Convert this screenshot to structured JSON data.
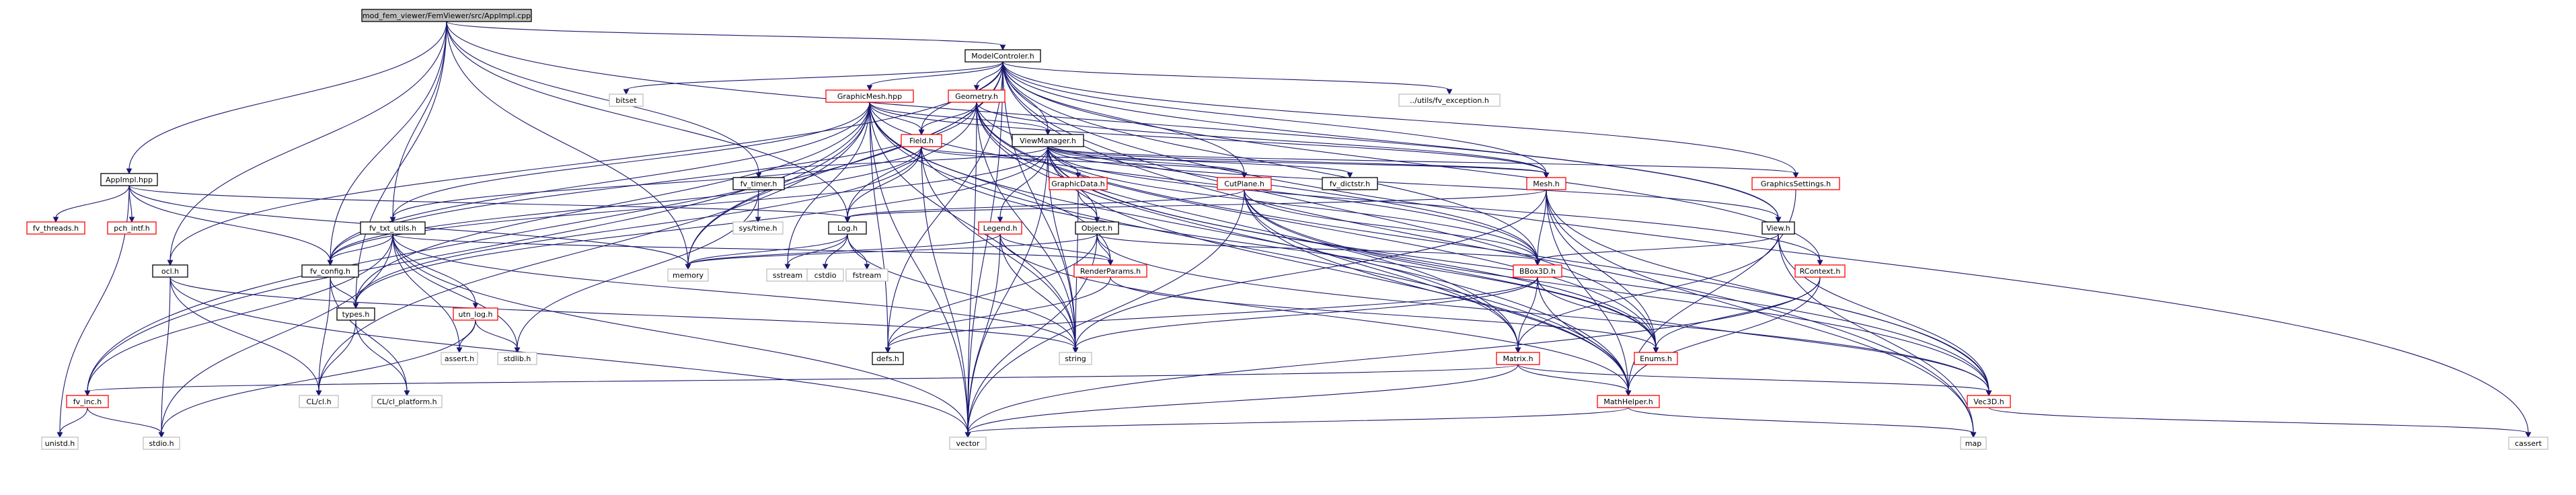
{
  "colors": {
    "edge": "#191970",
    "root_fill": "#bfbfbf",
    "root_border": "#000000",
    "normal_border": "#000000",
    "linked_border": "#ff0000",
    "system_border": "#bfbfbf",
    "node_fill": "#ffffff"
  },
  "nodes": [
    {
      "id": "root",
      "label": "mod_fem_viewer/FemViewer/src/AppImpl.cpp",
      "kind": "root"
    },
    {
      "id": "modelctrl",
      "label": "ModelControler.h",
      "kind": "normal"
    },
    {
      "id": "appimpl_hpp",
      "label": "AppImpl.hpp",
      "kind": "normal"
    },
    {
      "id": "geometry",
      "label": "Geometry.h",
      "kind": "linked"
    },
    {
      "id": "graphicmesh",
      "label": "GraphicMesh.hpp",
      "kind": "linked"
    },
    {
      "id": "bitset",
      "label": "bitset",
      "kind": "system"
    },
    {
      "id": "fv_exception",
      "label": "../utils/fv_exception.h",
      "kind": "system"
    },
    {
      "id": "field",
      "label": "Field.h",
      "kind": "linked"
    },
    {
      "id": "viewmanager",
      "label": "ViewManager.h",
      "kind": "normal"
    },
    {
      "id": "fv_timer",
      "label": "fv_timer.h",
      "kind": "normal"
    },
    {
      "id": "graphicdata",
      "label": "GraphicData.h",
      "kind": "linked"
    },
    {
      "id": "cutplane",
      "label": "CutPlane.h",
      "kind": "linked"
    },
    {
      "id": "fv_dictstr",
      "label": "fv_dictstr.h",
      "kind": "normal"
    },
    {
      "id": "mesh",
      "label": "Mesh.h",
      "kind": "linked"
    },
    {
      "id": "graphicssettings",
      "label": "GraphicsSettings.h",
      "kind": "linked"
    },
    {
      "id": "fv_threads",
      "label": "fv_threads.h",
      "kind": "linked"
    },
    {
      "id": "pch_intf",
      "label": "pch_intf.h",
      "kind": "linked"
    },
    {
      "id": "fv_txt_utils",
      "label": "fv_txt_utils.h",
      "kind": "normal"
    },
    {
      "id": "systime",
      "label": "sys/time.h",
      "kind": "system"
    },
    {
      "id": "logh",
      "label": "Log.h",
      "kind": "normal"
    },
    {
      "id": "legend",
      "label": "Legend.h",
      "kind": "linked"
    },
    {
      "id": "object",
      "label": "Object.h",
      "kind": "normal"
    },
    {
      "id": "view",
      "label": "View.h",
      "kind": "normal"
    },
    {
      "id": "ocl",
      "label": "ocl.h",
      "kind": "normal"
    },
    {
      "id": "fv_config",
      "label": "fv_config.h",
      "kind": "normal"
    },
    {
      "id": "memory",
      "label": "memory",
      "kind": "system"
    },
    {
      "id": "sstream",
      "label": "sstream",
      "kind": "system"
    },
    {
      "id": "cstdio",
      "label": "cstdio",
      "kind": "system"
    },
    {
      "id": "fstream",
      "label": "fstream",
      "kind": "system"
    },
    {
      "id": "renderparams",
      "label": "RenderParams.h",
      "kind": "linked"
    },
    {
      "id": "bbox3d",
      "label": "BBox3D.h",
      "kind": "linked"
    },
    {
      "id": "rcontext",
      "label": "RContext.h",
      "kind": "linked"
    },
    {
      "id": "utn_log",
      "label": "utn_log.h",
      "kind": "linked"
    },
    {
      "id": "typesh",
      "label": "types.h",
      "kind": "normal"
    },
    {
      "id": "asserth",
      "label": "assert.h",
      "kind": "system"
    },
    {
      "id": "stdlibh",
      "label": "stdlib.h",
      "kind": "system"
    },
    {
      "id": "defsh",
      "label": "defs.h",
      "kind": "normal"
    },
    {
      "id": "stringh",
      "label": "string",
      "kind": "system"
    },
    {
      "id": "enums",
      "label": "Enums.h",
      "kind": "linked"
    },
    {
      "id": "matrix",
      "label": "Matrix.h",
      "kind": "linked"
    },
    {
      "id": "fv_inc",
      "label": "fv_inc.h",
      "kind": "linked"
    },
    {
      "id": "clcl",
      "label": "CL/cl.h",
      "kind": "system"
    },
    {
      "id": "clplatform",
      "label": "CL/cl_platform.h",
      "kind": "system"
    },
    {
      "id": "mathhelper",
      "label": "MathHelper.h",
      "kind": "linked"
    },
    {
      "id": "vec3d",
      "label": "Vec3D.h",
      "kind": "linked"
    },
    {
      "id": "unistd",
      "label": "unistd.h",
      "kind": "system"
    },
    {
      "id": "stdioh",
      "label": "stdio.h",
      "kind": "system"
    },
    {
      "id": "vector",
      "label": "vector",
      "kind": "system"
    },
    {
      "id": "mapn",
      "label": "map",
      "kind": "system"
    },
    {
      "id": "cassert",
      "label": "cassert",
      "kind": "system"
    }
  ],
  "edges": [
    [
      "root",
      "modelctrl"
    ],
    [
      "root",
      "appimpl_hpp"
    ],
    [
      "root",
      "ocl"
    ],
    [
      "root",
      "fv_config"
    ],
    [
      "root",
      "fv_txt_utils"
    ],
    [
      "root",
      "fv_timer"
    ],
    [
      "root",
      "logh"
    ],
    [
      "root",
      "typesh"
    ],
    [
      "root",
      "view"
    ],
    [
      "root",
      "memory"
    ],
    [
      "modelctrl",
      "geometry"
    ],
    [
      "modelctrl",
      "graphicmesh"
    ],
    [
      "modelctrl",
      "bitset"
    ],
    [
      "modelctrl",
      "fv_exception"
    ],
    [
      "modelctrl",
      "field"
    ],
    [
      "modelctrl",
      "viewmanager"
    ],
    [
      "modelctrl",
      "cutplane"
    ],
    [
      "modelctrl",
      "mesh"
    ],
    [
      "modelctrl",
      "graphicssettings"
    ],
    [
      "modelctrl",
      "rcontext"
    ],
    [
      "modelctrl",
      "mapn"
    ],
    [
      "modelctrl",
      "cassert"
    ],
    [
      "modelctrl",
      "vector"
    ],
    [
      "modelctrl",
      "memory"
    ],
    [
      "modelctrl",
      "ocl"
    ],
    [
      "modelctrl",
      "fv_inc"
    ],
    [
      "modelctrl",
      "stringh"
    ],
    [
      "modelctrl",
      "defsh"
    ],
    [
      "modelctrl",
      "bbox3d"
    ],
    [
      "modelctrl",
      "enums"
    ],
    [
      "modelctrl",
      "view"
    ],
    [
      "appimpl_hpp",
      "fv_threads"
    ],
    [
      "appimpl_hpp",
      "pch_intf"
    ],
    [
      "appimpl_hpp",
      "fv_config"
    ],
    [
      "appimpl_hpp",
      "logh"
    ],
    [
      "appimpl_hpp",
      "unistd"
    ],
    [
      "appimpl_hpp",
      "memory"
    ],
    [
      "geometry",
      "field"
    ],
    [
      "geometry",
      "mesh"
    ],
    [
      "geometry",
      "bbox3d"
    ],
    [
      "geometry",
      "enums"
    ],
    [
      "geometry",
      "stringh"
    ],
    [
      "geometry",
      "vector"
    ],
    [
      "geometry",
      "fv_config"
    ],
    [
      "geometry",
      "logh"
    ],
    [
      "geometry",
      "matrix"
    ],
    [
      "geometry",
      "vec3d"
    ],
    [
      "geometry",
      "mathhelper"
    ],
    [
      "graphicmesh",
      "field"
    ],
    [
      "graphicmesh",
      "viewmanager"
    ],
    [
      "graphicmesh",
      "mesh"
    ],
    [
      "graphicmesh",
      "renderparams"
    ],
    [
      "graphicmesh",
      "fv_txt_utils"
    ],
    [
      "graphicmesh",
      "fv_config"
    ],
    [
      "graphicmesh",
      "stringh"
    ],
    [
      "graphicmesh",
      "vector"
    ],
    [
      "graphicmesh",
      "memory"
    ],
    [
      "graphicmesh",
      "bbox3d"
    ],
    [
      "graphicmesh",
      "mathhelper"
    ],
    [
      "graphicmesh",
      "matrix"
    ],
    [
      "graphicmesh",
      "fv_inc"
    ],
    [
      "graphicmesh",
      "defsh"
    ],
    [
      "graphicmesh",
      "typesh"
    ],
    [
      "graphicmesh",
      "sstream"
    ],
    [
      "graphicmesh",
      "clcl"
    ],
    [
      "field",
      "mesh"
    ],
    [
      "field",
      "cutplane"
    ],
    [
      "field",
      "fv_txt_utils"
    ],
    [
      "field",
      "stringh"
    ],
    [
      "field",
      "fv_config"
    ],
    [
      "field",
      "typesh"
    ],
    [
      "field",
      "enums"
    ],
    [
      "field",
      "logh"
    ],
    [
      "field",
      "vector"
    ],
    [
      "viewmanager",
      "graphicdata"
    ],
    [
      "viewmanager",
      "legend"
    ],
    [
      "viewmanager",
      "object"
    ],
    [
      "viewmanager",
      "fv_timer"
    ],
    [
      "viewmanager",
      "fv_dictstr"
    ],
    [
      "viewmanager",
      "graphicssettings"
    ],
    [
      "viewmanager",
      "view"
    ],
    [
      "viewmanager",
      "rcontext"
    ],
    [
      "viewmanager",
      "bbox3d"
    ],
    [
      "viewmanager",
      "enums"
    ],
    [
      "viewmanager",
      "stringh"
    ],
    [
      "viewmanager",
      "vector"
    ],
    [
      "viewmanager",
      "fv_config"
    ],
    [
      "viewmanager",
      "mathhelper"
    ],
    [
      "viewmanager",
      "vec3d"
    ],
    [
      "viewmanager",
      "typesh"
    ],
    [
      "viewmanager",
      "cutplane"
    ],
    [
      "viewmanager",
      "mesh"
    ],
    [
      "fv_timer",
      "systime"
    ],
    [
      "fv_timer",
      "stdlibh"
    ],
    [
      "graphicdata",
      "object"
    ],
    [
      "graphicdata",
      "stringh"
    ],
    [
      "cutplane",
      "bbox3d"
    ],
    [
      "cutplane",
      "logh"
    ],
    [
      "cutplane",
      "mathhelper"
    ],
    [
      "cutplane",
      "enums"
    ],
    [
      "cutplane",
      "vector"
    ],
    [
      "cutplane",
      "vec3d"
    ],
    [
      "cutplane",
      "matrix"
    ],
    [
      "mesh",
      "logh"
    ],
    [
      "mesh",
      "bbox3d"
    ],
    [
      "mesh",
      "enums"
    ],
    [
      "mesh",
      "mathhelper"
    ],
    [
      "mesh",
      "vec3d"
    ],
    [
      "mesh",
      "stringh"
    ],
    [
      "mesh",
      "mapn"
    ],
    [
      "graphicssettings",
      "mathhelper"
    ],
    [
      "fv_txt_utils",
      "fv_config"
    ],
    [
      "fv_txt_utils",
      "utn_log"
    ],
    [
      "fv_txt_utils",
      "asserth"
    ],
    [
      "fv_txt_utils",
      "stdlibh"
    ],
    [
      "fv_txt_utils",
      "stringh"
    ],
    [
      "fv_txt_utils",
      "vector"
    ],
    [
      "fv_txt_utils",
      "fv_inc"
    ],
    [
      "fv_txt_utils",
      "stdioh"
    ],
    [
      "fv_txt_utils",
      "renderparams"
    ],
    [
      "logh",
      "memory"
    ],
    [
      "logh",
      "sstream"
    ],
    [
      "logh",
      "cstdio"
    ],
    [
      "logh",
      "fstream"
    ],
    [
      "logh",
      "stringh"
    ],
    [
      "legend",
      "renderparams"
    ],
    [
      "legend",
      "stringh"
    ],
    [
      "legend",
      "vector"
    ],
    [
      "legend",
      "memory"
    ],
    [
      "legend",
      "mathhelper"
    ],
    [
      "object",
      "renderparams"
    ],
    [
      "object",
      "bbox3d"
    ],
    [
      "object",
      "vector"
    ],
    [
      "object",
      "defsh"
    ],
    [
      "object",
      "vec3d"
    ],
    [
      "object",
      "memory"
    ],
    [
      "view",
      "bbox3d"
    ],
    [
      "view",
      "matrix"
    ],
    [
      "view",
      "mapn"
    ],
    [
      "view",
      "vec3d"
    ],
    [
      "ocl",
      "clcl"
    ],
    [
      "ocl",
      "stdioh"
    ],
    [
      "ocl",
      "vector"
    ],
    [
      "ocl",
      "stringh"
    ],
    [
      "fv_config",
      "typesh"
    ],
    [
      "fv_config",
      "clcl"
    ],
    [
      "fv_config",
      "clplatform"
    ],
    [
      "renderparams",
      "enums"
    ],
    [
      "renderparams",
      "defsh"
    ],
    [
      "bbox3d",
      "matrix"
    ],
    [
      "bbox3d",
      "mathhelper"
    ],
    [
      "bbox3d",
      "vec3d"
    ],
    [
      "bbox3d",
      "defsh"
    ],
    [
      "bbox3d",
      "stringh"
    ],
    [
      "rcontext",
      "enums"
    ],
    [
      "rcontext",
      "mathhelper"
    ],
    [
      "rcontext",
      "vector"
    ],
    [
      "utn_log",
      "stdlibh"
    ],
    [
      "utn_log",
      "stdioh"
    ],
    [
      "utn_log",
      "asserth"
    ],
    [
      "typesh",
      "clcl"
    ],
    [
      "typesh",
      "clplatform"
    ],
    [
      "matrix",
      "mathhelper"
    ],
    [
      "matrix",
      "vec3d"
    ],
    [
      "matrix",
      "vector"
    ],
    [
      "matrix",
      "fv_inc"
    ],
    [
      "fv_inc",
      "unistd"
    ],
    [
      "fv_inc",
      "stdioh"
    ],
    [
      "mathhelper",
      "vector"
    ],
    [
      "mathhelper",
      "mapn"
    ],
    [
      "vec3d",
      "cassert"
    ]
  ]
}
